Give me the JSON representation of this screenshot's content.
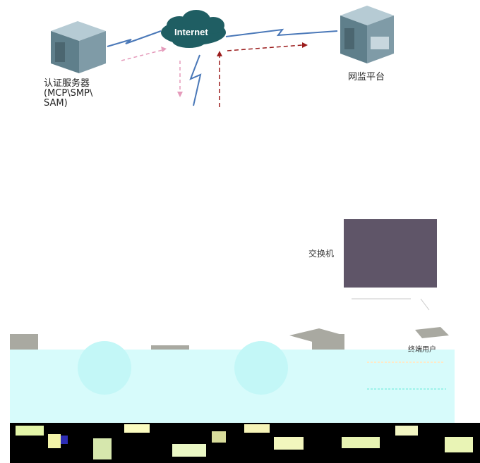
{
  "nodes": {
    "internet": {
      "label": "Internet"
    },
    "auth_server": {
      "label_lines": [
        "认证服务器",
        "(MCP\\SMP\\",
        "SAM)"
      ]
    },
    "monitor_platform": {
      "label": "网监平台"
    },
    "switch": {
      "label": "交换机"
    }
  },
  "colors": {
    "cloud": "#1f5e63",
    "server_body": "#6a8a96",
    "link_blue": "#4a78b8",
    "arrow_pink": "#e59bbb",
    "arrow_red": "#9b1c1c",
    "switch_box": "#5f5568",
    "cyan_band": "#d7fbfb"
  },
  "partial_text": {
    "right_note": "终端用户"
  }
}
